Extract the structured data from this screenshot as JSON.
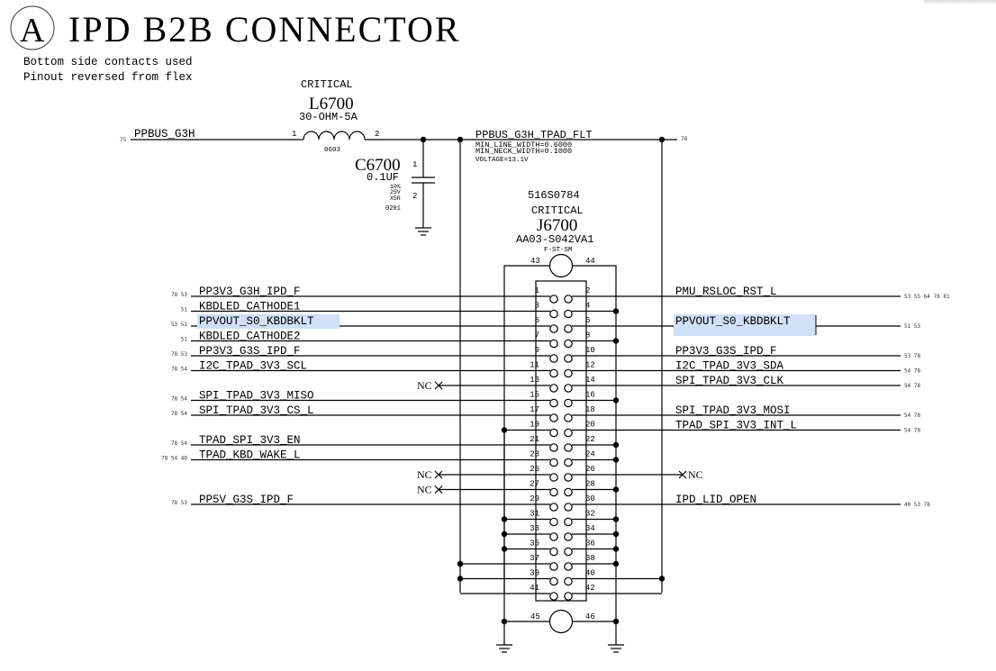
{
  "sheet": {
    "zone_letter": "A",
    "title": "IPD B2B CONNECTOR",
    "notes": [
      "Bottom side contacts used",
      "Pinout reversed from flex"
    ]
  },
  "inductor": {
    "critical": "CRITICAL",
    "ref": "L6700",
    "value": "30-OHM-5A",
    "package": "0603",
    "pin1": "1",
    "pin2": "2"
  },
  "capacitor": {
    "ref": "C6700",
    "value": "0.1UF",
    "specs": [
      "10%",
      "25V",
      "X5R",
      "0201"
    ],
    "pin1": "1",
    "pin2": "2"
  },
  "input_net": {
    "name": "PPBUS_G3H",
    "xref": "75"
  },
  "filtered_net": {
    "name": "PPBUS_G3H_TPAD_FLT",
    "xref": "78",
    "properties": [
      "MIN_LINE_WIDTH=0.6000",
      "MIN_NECK_WIDTH=0.1000",
      "VOLTAGE=13.1V"
    ]
  },
  "connector": {
    "part_number": "516S0784",
    "critical": "CRITICAL",
    "ref": "J6700",
    "model": "AA03-S042VA1",
    "package": "F-ST-SM",
    "mount_pins": [
      "43",
      "44",
      "45",
      "46"
    ],
    "pins_left": [
      "1",
      "3",
      "5",
      "7",
      "9",
      "11",
      "13",
      "15",
      "17",
      "19",
      "21",
      "23",
      "25",
      "27",
      "29",
      "31",
      "33",
      "35",
      "37",
      "39",
      "41"
    ],
    "pins_right": [
      "2",
      "4",
      "6",
      "8",
      "10",
      "12",
      "14",
      "16",
      "18",
      "20",
      "22",
      "24",
      "26",
      "28",
      "30",
      "32",
      "34",
      "36",
      "38",
      "40",
      "42"
    ]
  },
  "left_nets": [
    {
      "pin": "1",
      "name": "PP3V3_G3H_IPD_F",
      "xref": "78 53"
    },
    {
      "pin": "3",
      "name": "KBDLED_CATHODE1",
      "xref": "51"
    },
    {
      "pin": "5",
      "name": "PPVOUT_S0_KBDBKLT",
      "xref": "53 51",
      "highlighted": true
    },
    {
      "pin": "7",
      "name": "KBDLED_CATHODE2",
      "xref": "51"
    },
    {
      "pin": "9",
      "name": "PP3V3_G3S_IPD_F",
      "xref": "78 53"
    },
    {
      "pin": "11",
      "name": "I2C_TPAD_3V3_SCL",
      "xref": "78 54"
    },
    {
      "pin": "15",
      "name": "SPI_TPAD_3V3_MISO",
      "xref": "78 54"
    },
    {
      "pin": "17",
      "name": "SPI_TPAD_3V3_CS_L",
      "xref": "78 54"
    },
    {
      "pin": "21",
      "name": "TPAD_SPI_3V3_EN",
      "xref": "78 54"
    },
    {
      "pin": "23",
      "name": "TPAD_KBD_WAKE_L",
      "xref": "78 54 40"
    },
    {
      "pin": "29",
      "name": "PP5V_G3S_IPD_F",
      "xref": "78 53"
    }
  ],
  "right_nets": [
    {
      "pin": "2",
      "name": "PMU_RSLOC_RST_L",
      "xref": "53 55 64 78 81"
    },
    {
      "pin": "6",
      "name": "PPVOUT_S0_KBDBKLT",
      "xref": "51 53",
      "highlighted": true
    },
    {
      "pin": "10",
      "name": "PP3V3_G3S_IPD_F",
      "xref": "53 78"
    },
    {
      "pin": "12",
      "name": "I2C_TPAD_3V3_SDA",
      "xref": "54 78"
    },
    {
      "pin": "14",
      "name": "SPI_TPAD_3V3_CLK",
      "xref": "54 78"
    },
    {
      "pin": "18",
      "name": "SPI_TPAD_3V3_MOSI",
      "xref": "54 78"
    },
    {
      "pin": "20",
      "name": "TPAD_SPI_3V3_INT_L",
      "xref": "54 78"
    },
    {
      "pin": "30",
      "name": "IPD_LID_OPEN",
      "xref": "40 53 78"
    }
  ],
  "no_connects": {
    "label": "NC",
    "left_pins": [
      "13",
      "25",
      "27"
    ],
    "right_pins": [
      "26"
    ]
  },
  "colors": {
    "highlight": "#cfe0f7",
    "wire": "#000000"
  }
}
